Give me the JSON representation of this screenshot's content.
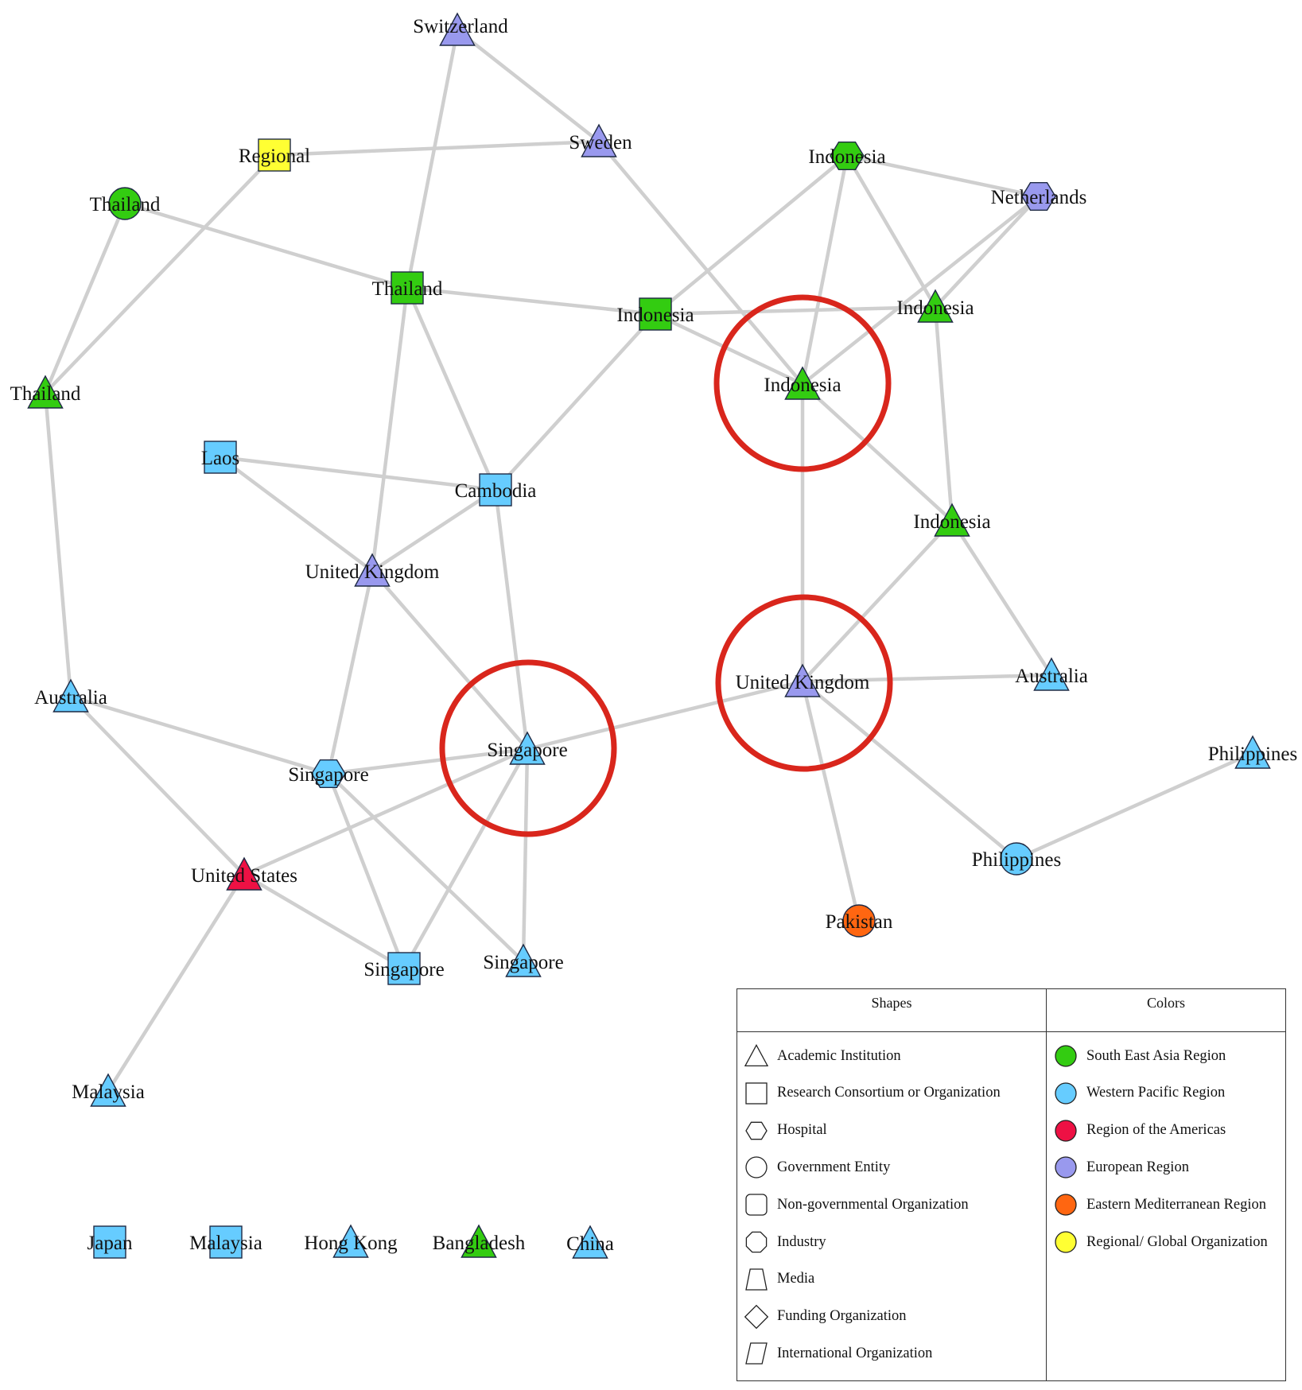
{
  "nodes": [
    {
      "id": "switzerland",
      "label": "Switzerland",
      "shape": "triangle",
      "region": "european"
    },
    {
      "id": "sweden",
      "label": "Sweden",
      "shape": "triangle",
      "region": "european"
    },
    {
      "id": "regional",
      "label": "Regional",
      "shape": "square",
      "region": "regional"
    },
    {
      "id": "thailand_gov",
      "label": "Thailand",
      "shape": "circle",
      "region": "sea"
    },
    {
      "id": "thailand_org",
      "label": "Thailand",
      "shape": "square",
      "region": "sea"
    },
    {
      "id": "thailand_acad",
      "label": "Thailand",
      "shape": "triangle",
      "region": "sea"
    },
    {
      "id": "indonesia_hosp",
      "label": "Indonesia",
      "shape": "hexagon",
      "region": "sea"
    },
    {
      "id": "netherlands",
      "label": "Netherlands",
      "shape": "hexagon",
      "region": "european"
    },
    {
      "id": "indonesia_org",
      "label": "Indonesia",
      "shape": "square",
      "region": "sea"
    },
    {
      "id": "indonesia_acad1",
      "label": "Indonesia",
      "shape": "triangle",
      "region": "sea"
    },
    {
      "id": "indonesia_acad2",
      "label": "Indonesia",
      "shape": "triangle",
      "region": "sea"
    },
    {
      "id": "indonesia_acad3",
      "label": "Indonesia",
      "shape": "triangle",
      "region": "sea"
    },
    {
      "id": "laos",
      "label": "Laos",
      "shape": "square",
      "region": "wpr"
    },
    {
      "id": "cambodia",
      "label": "Cambodia",
      "shape": "square",
      "region": "wpr"
    },
    {
      "id": "uk1",
      "label": "United Kingdom",
      "shape": "triangle",
      "region": "european"
    },
    {
      "id": "uk2",
      "label": "United Kingdom",
      "shape": "triangle",
      "region": "european"
    },
    {
      "id": "australia1",
      "label": "Australia",
      "shape": "triangle",
      "region": "wpr"
    },
    {
      "id": "australia2",
      "label": "Australia",
      "shape": "triangle",
      "region": "wpr"
    },
    {
      "id": "singapore_acad1",
      "label": "Singapore",
      "shape": "triangle",
      "region": "wpr"
    },
    {
      "id": "singapore_hosp",
      "label": "Singapore",
      "shape": "hexagon",
      "region": "wpr"
    },
    {
      "id": "singapore_org",
      "label": "Singapore",
      "shape": "square",
      "region": "wpr"
    },
    {
      "id": "singapore_acad2",
      "label": "Singapore",
      "shape": "triangle",
      "region": "wpr"
    },
    {
      "id": "usa",
      "label": "United States",
      "shape": "triangle",
      "region": "americas"
    },
    {
      "id": "malaysia_acad",
      "label": "Malaysia",
      "shape": "triangle",
      "region": "wpr"
    },
    {
      "id": "philippines_acad",
      "label": "Philippines",
      "shape": "triangle",
      "region": "wpr"
    },
    {
      "id": "philippines_gov",
      "label": "Philippines",
      "shape": "circle",
      "region": "wpr"
    },
    {
      "id": "pakistan",
      "label": "Pakistan",
      "shape": "circle",
      "region": "emr"
    },
    {
      "id": "japan",
      "label": "Japan",
      "shape": "square",
      "region": "wpr"
    },
    {
      "id": "malaysia_org",
      "label": "Malaysia",
      "shape": "square",
      "region": "wpr"
    },
    {
      "id": "hongkong",
      "label": "Hong Kong",
      "shape": "triangle",
      "region": "wpr"
    },
    {
      "id": "bangladesh",
      "label": "Bangladesh",
      "shape": "triangle",
      "region": "sea"
    },
    {
      "id": "china",
      "label": "China",
      "shape": "triangle",
      "region": "wpr"
    }
  ],
  "edges": [
    [
      "switzerland",
      "sweden"
    ],
    [
      "switzerland",
      "thailand_org"
    ],
    [
      "regional",
      "sweden"
    ],
    [
      "regional",
      "thailand_acad"
    ],
    [
      "thailand_gov",
      "thailand_org"
    ],
    [
      "thailand_gov",
      "thailand_acad"
    ],
    [
      "thailand_org",
      "indonesia_org"
    ],
    [
      "thailand_org",
      "cambodia"
    ],
    [
      "thailand_org",
      "uk1"
    ],
    [
      "sweden",
      "indonesia_acad2"
    ],
    [
      "indonesia_hosp",
      "netherlands"
    ],
    [
      "indonesia_hosp",
      "indonesia_org"
    ],
    [
      "indonesia_hosp",
      "indonesia_acad1"
    ],
    [
      "indonesia_hosp",
      "indonesia_acad2"
    ],
    [
      "netherlands",
      "indonesia_acad1"
    ],
    [
      "netherlands",
      "indonesia_acad2"
    ],
    [
      "indonesia_org",
      "indonesia_acad1"
    ],
    [
      "indonesia_org",
      "indonesia_acad2"
    ],
    [
      "indonesia_org",
      "cambodia"
    ],
    [
      "indonesia_acad1",
      "indonesia_acad3"
    ],
    [
      "indonesia_acad2",
      "uk2"
    ],
    [
      "indonesia_acad2",
      "indonesia_acad3"
    ],
    [
      "indonesia_acad3",
      "uk2"
    ],
    [
      "indonesia_acad3",
      "australia2"
    ],
    [
      "laos",
      "cambodia"
    ],
    [
      "laos",
      "uk1"
    ],
    [
      "cambodia",
      "uk1"
    ],
    [
      "cambodia",
      "singapore_acad1"
    ],
    [
      "uk1",
      "singapore_acad1"
    ],
    [
      "uk1",
      "singapore_hosp"
    ],
    [
      "thailand_acad",
      "australia1"
    ],
    [
      "australia1",
      "singapore_hosp"
    ],
    [
      "australia1",
      "usa"
    ],
    [
      "singapore_hosp",
      "singapore_acad1"
    ],
    [
      "singapore_hosp",
      "singapore_org"
    ],
    [
      "singapore_hosp",
      "singapore_acad2"
    ],
    [
      "singapore_acad1",
      "uk2"
    ],
    [
      "singapore_acad1",
      "usa"
    ],
    [
      "singapore_acad1",
      "singapore_org"
    ],
    [
      "singapore_acad1",
      "singapore_acad2"
    ],
    [
      "usa",
      "singapore_org"
    ],
    [
      "usa",
      "malaysia_acad"
    ],
    [
      "uk2",
      "australia2"
    ],
    [
      "uk2",
      "philippines_gov"
    ],
    [
      "uk2",
      "pakistan"
    ],
    [
      "philippines_gov",
      "philippines_acad"
    ]
  ],
  "highlighted": [
    "indonesia_acad2",
    "uk2",
    "singapore_acad1"
  ],
  "region_colors": {
    "sea": "#33cc11",
    "wpr": "#66ccff",
    "americas": "#ee1144",
    "european": "#9999ee",
    "emr": "#ff6611",
    "regional": "#ffff33"
  },
  "highlight_color": "#d9261c",
  "legend": {
    "shapes_title": "Shapes",
    "colors_title": "Colors",
    "shapes": [
      {
        "icon": "triangle",
        "label": "Academic Institution"
      },
      {
        "icon": "square",
        "label": "Research Consortium or Organization"
      },
      {
        "icon": "hexagon",
        "label": "Hospital"
      },
      {
        "icon": "circle",
        "label": "Government Entity"
      },
      {
        "icon": "rounded-square",
        "label": "Non-governmental Organization"
      },
      {
        "icon": "octagon",
        "label": "Industry"
      },
      {
        "icon": "trapezoid",
        "label": "Media"
      },
      {
        "icon": "diamond",
        "label": "Funding Organization"
      },
      {
        "icon": "parallelogram",
        "label": "International Organization"
      }
    ],
    "colors": [
      {
        "region": "sea",
        "label": "South East Asia Region"
      },
      {
        "region": "wpr",
        "label": "Western Pacific Region"
      },
      {
        "region": "americas",
        "label": "Region of the Americas"
      },
      {
        "region": "european",
        "label": "European Region"
      },
      {
        "region": "emr",
        "label": "Eastern Mediterranean Region"
      },
      {
        "region": "regional",
        "label": "Regional/ Global Organization"
      }
    ]
  }
}
